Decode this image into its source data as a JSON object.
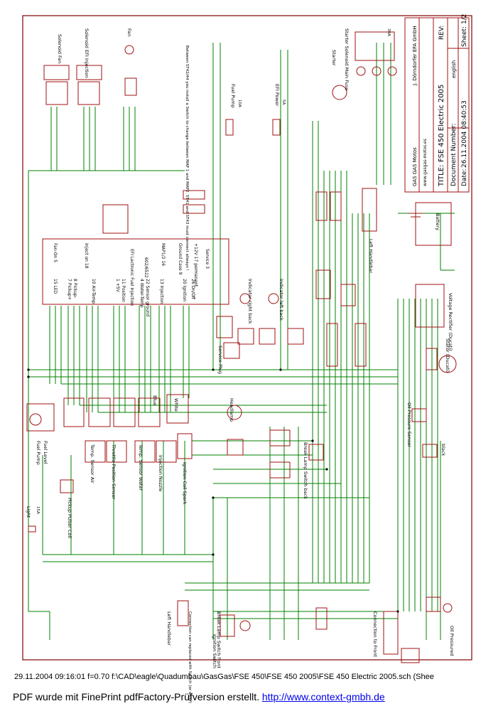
{
  "title_block": {
    "company": "GAS GAS Motos",
    "website": "www.gasgas-motos.es",
    "author": "J. Dörndorfer EFA GmbH",
    "title_label": "TITLE:",
    "title": "FSE 450 Electric 2005",
    "rev_label": "REV:",
    "docnum_label": "Document Number:",
    "language": "english",
    "date_label": "Date:",
    "date": "26.11.2004 08:40:53",
    "sheet_label": "Sheet:",
    "sheet": "1/2"
  },
  "ecu": {
    "name": "EFI Lectronic Fuel Injection",
    "part": "602/6522",
    "pins_left": [
      "15 LED",
      "7 Pickup+",
      "8 Pickup-",
      "10 Air-Temp",
      "1 +5V",
      "11 Position",
      "4 Water-Temp",
      "22 Sensor ground",
      "13 Injection",
      "20 Ignition",
      "26 On/Off"
    ],
    "pins_right": [
      "Fan-On 5",
      "Inject on 18",
      "MAP1/2 16",
      "Ground Case 9",
      "+12V 17 permanent",
      "Service 3"
    ]
  },
  "components": {
    "solenoid_fan": "Solenoid Fan",
    "solenoid_efi": "Solenoid EFI Injection",
    "fan": "Fan",
    "fuel_pump_fuse": "Fuel Pump",
    "efi_power": "EFI Power",
    "starter_solenoid": "Starter Solenoid Main Fuse",
    "starter": "Starter",
    "battery": "Battery",
    "voltage_rectifier": "Voltage Rectifier (Ducati)",
    "stator": "Stator (Ducati)",
    "oil_pressure_sensor": "Oil Pressure Sensor",
    "indicator_right_back": "Indicator right back",
    "indicator_left_back": "Indicator left back",
    "service_plug": "Service Plug",
    "headlamp": "Headlamp",
    "break_lamp_back": "Break Lamp Switch back",
    "break_lamp_front": "Break Lamp Switch front",
    "ignition_switch": "Ignition Switch",
    "left_handlebar": "Left Handlebar",
    "connection_front": "Connection to Front",
    "oil_pressured": "Oil Pressured",
    "light": "Light",
    "pickup": "Pickup Pulser Coil",
    "ignition_coil": "Ignition Coil Spark",
    "injection_nozzle": "Injection Nozzle",
    "temp_water": "Temp. Sensor Water",
    "throttle": "Throttle Position Sensor",
    "temp_air": "Temp. Sensor Air",
    "fuel_pump": "Fuel Pump",
    "fuel_level": "Fuel Level",
    "map_note": "Between ST42/44 you install a Switch to change between MAP 1 and MAP2. ST41 and ST43 must connect allways !",
    "handlebar_note": "Connection can replaced with Switch (or on/of)"
  },
  "labels": {
    "blue": "Blue",
    "white": "White",
    "black": "black",
    "fuse_10a": "10A",
    "fuse_5a": "5A",
    "fuse_15a": "15A",
    "fuse_30a": "30A"
  },
  "footer": {
    "line": "29.11.2004 09:16:01   f=0.70   f:\\CAD\\eagle\\Quadumbau\\GasGas\\FSE 450\\FSE 450 2005\\FSE 450 Electric 2005.sch (Shee",
    "pdf_text": "PDF wurde mit FinePrint pdfFactory-Prüfversion erstellt.",
    "pdf_link": "http://www.context-gmbh.de"
  },
  "colors": {
    "wire": "#008000",
    "component": "#a01010",
    "text": "#000000",
    "frame": "#800000"
  }
}
